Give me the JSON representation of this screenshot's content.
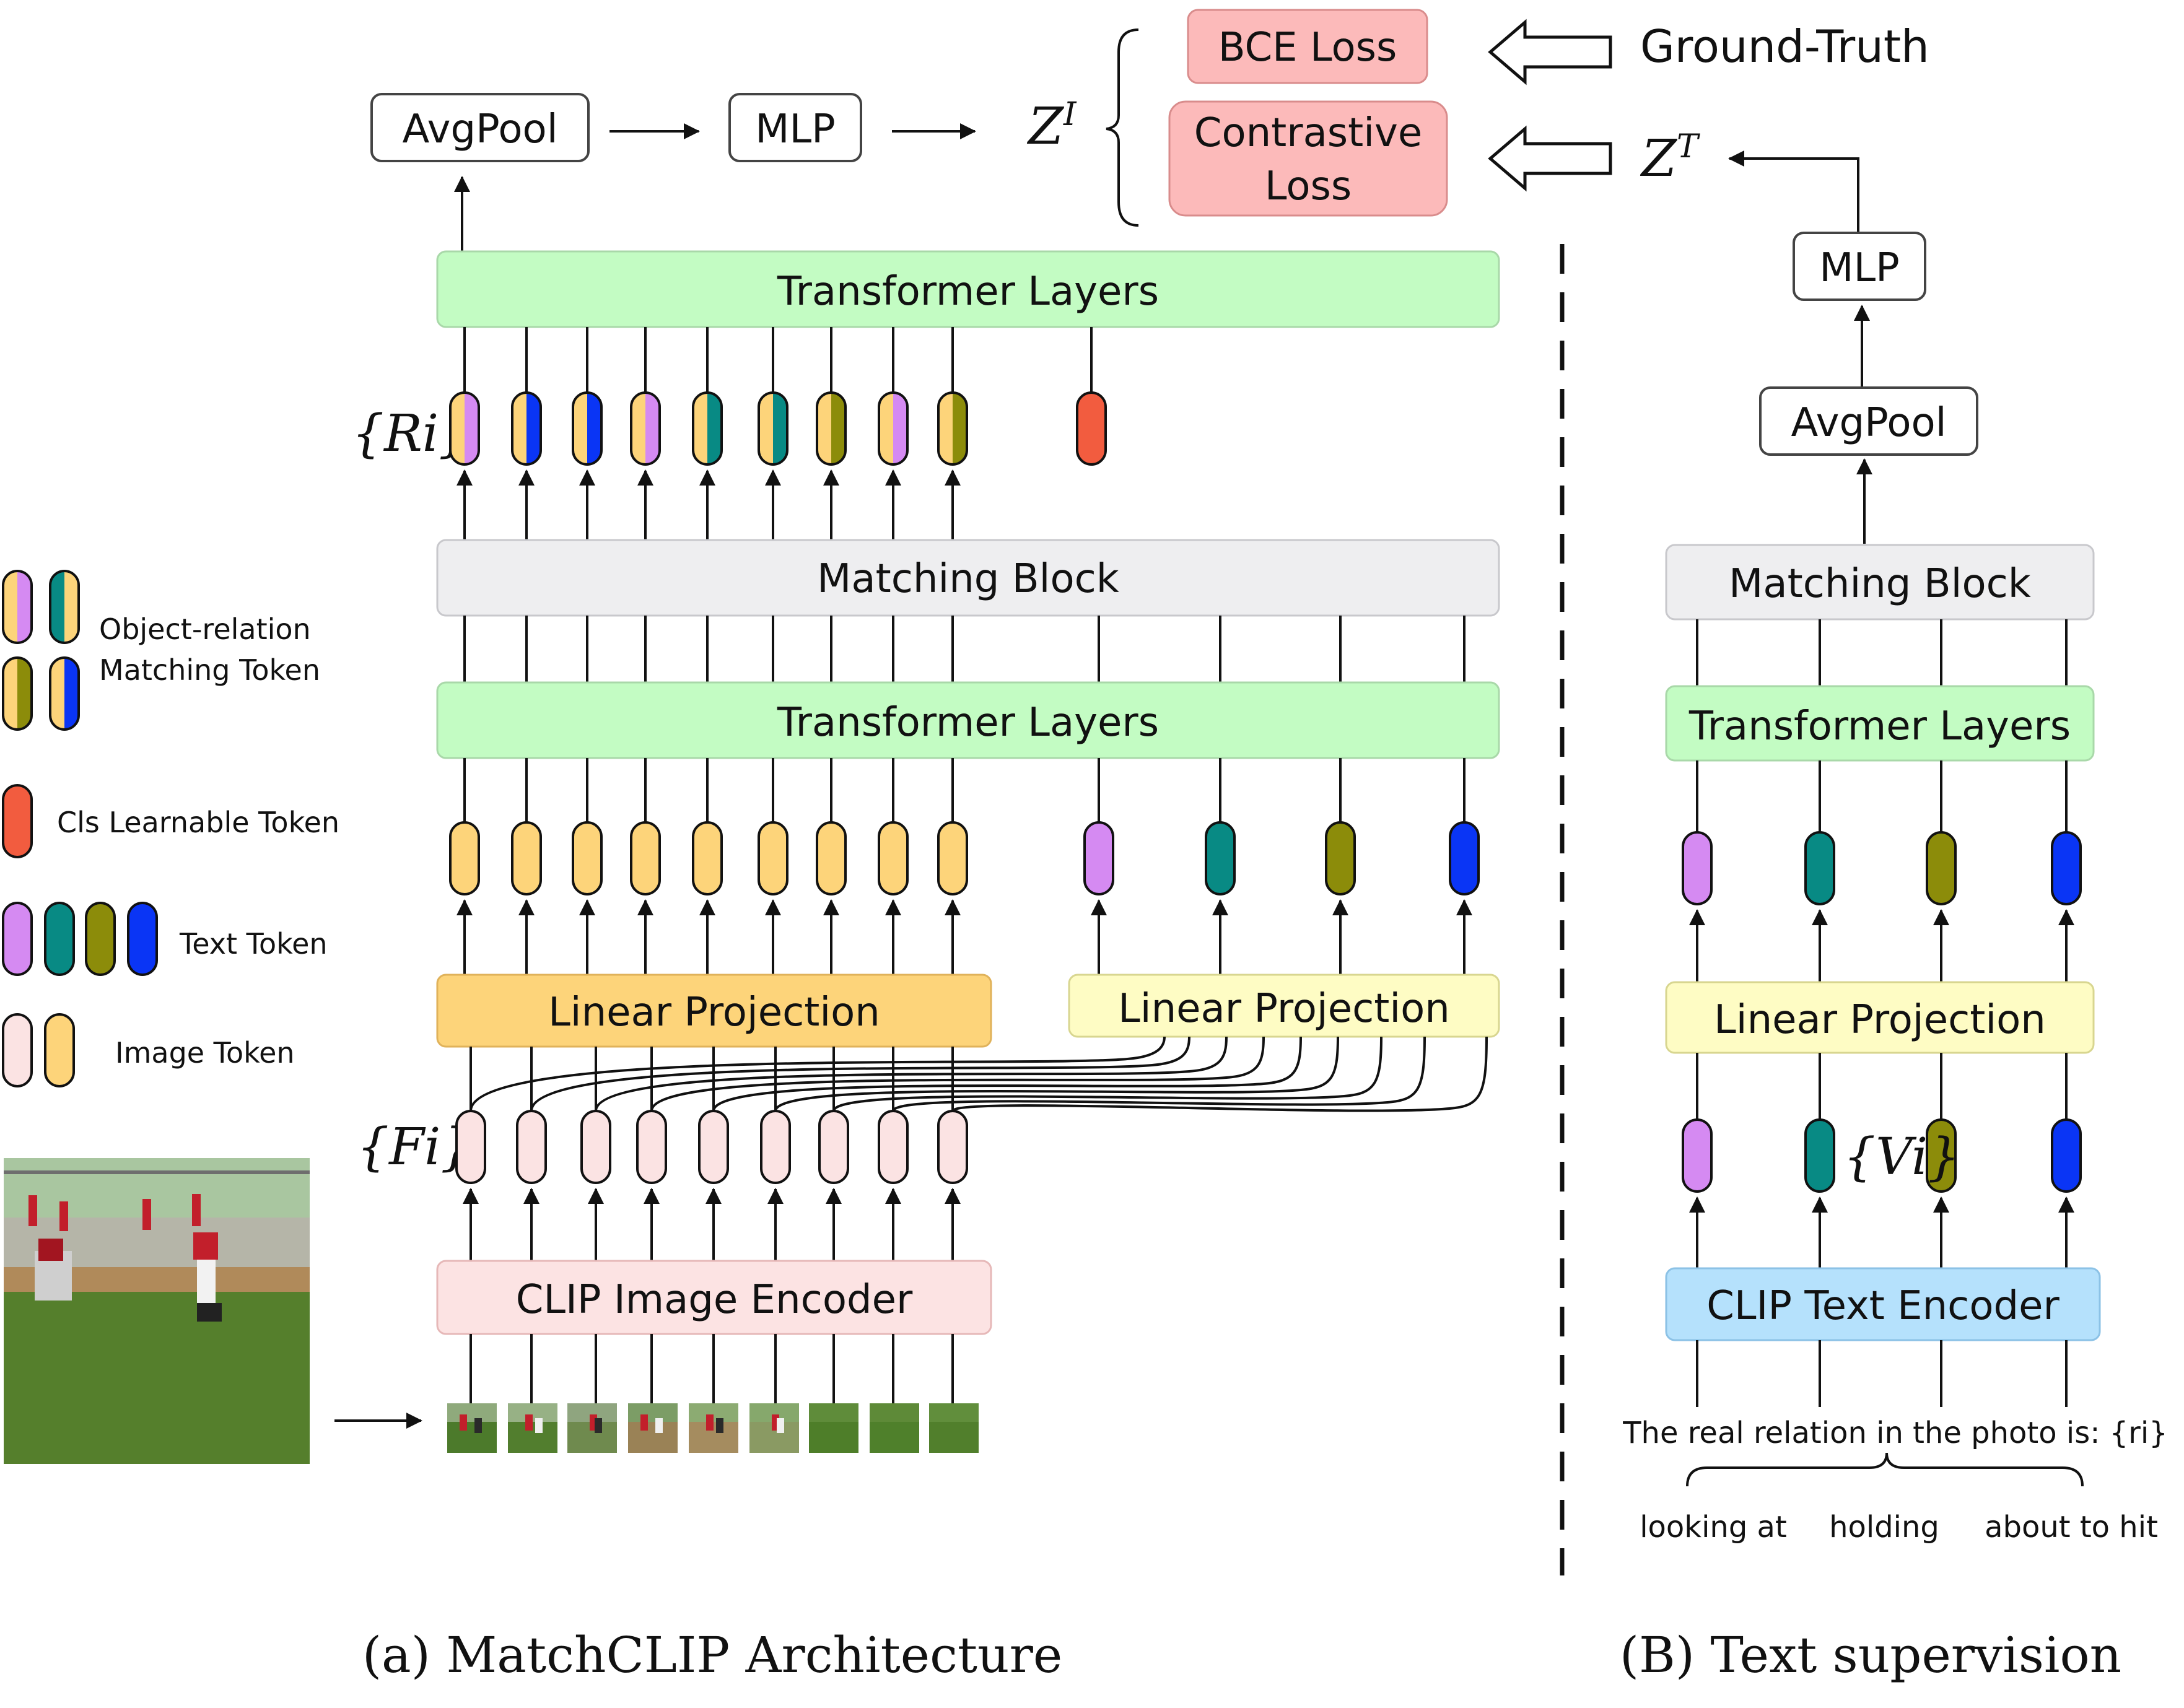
{
  "arch": {
    "avgpool": "AvgPool",
    "mlp": "MLP",
    "z_image": "Z",
    "z_image_sup": "I",
    "transformer_top": "Transformer Layers",
    "r_set": "{Ri}",
    "matching_block": "Matching Block",
    "transformer_mid": "Transformer Layers",
    "linear_proj_image": "Linear Projection",
    "linear_proj_text": "Linear Projection",
    "f_set": "{Fi}",
    "clip_image_encoder": "CLIP Image Encoder",
    "photo_icon": "baseball-photo"
  },
  "losses": {
    "bce": "BCE Loss",
    "contrastive_line1": "Contrastive",
    "contrastive_line2": "Loss",
    "ground_truth": "Ground-Truth"
  },
  "text_branch": {
    "z_text": "Z",
    "z_text_sup": "T",
    "mlp": "MLP",
    "avgpool": "AvgPool",
    "matching_block": "Matching Block",
    "transformer": "Transformer Layers",
    "linear_proj": "Linear Projection",
    "v_set": "{Vi}",
    "clip_text_encoder": "CLIP Text Encoder",
    "prompt": "The real relation in the photo is: {ri}",
    "relations": [
      "looking at",
      "holding",
      "about to hit"
    ]
  },
  "legend": {
    "matching_line1": "Object-relation",
    "matching_line2": "Matching Token",
    "cls": "Cls Learnable Token",
    "text": "Text Token",
    "image": "Image Token"
  },
  "captions": {
    "left": "(a) MatchCLIP Architecture",
    "right": "(B) Text supervision"
  },
  "colors": {
    "image_token_raw": "#fbe3e3",
    "image_token_proj": "#fdd47a",
    "cls_token": "#f25c3f",
    "text_purple": "#d58af2",
    "text_teal": "#088a84",
    "text_olive": "#8c8c0a",
    "text_blue": "#0a35f5",
    "transformer": "#c3fcc3",
    "matching": "#eeeef0",
    "linear_image": "#fdd47a",
    "linear_text": "#fefcc4",
    "clip_image": "#fce3e3",
    "clip_text": "#b5e1fc",
    "loss": "#fcbaba"
  }
}
